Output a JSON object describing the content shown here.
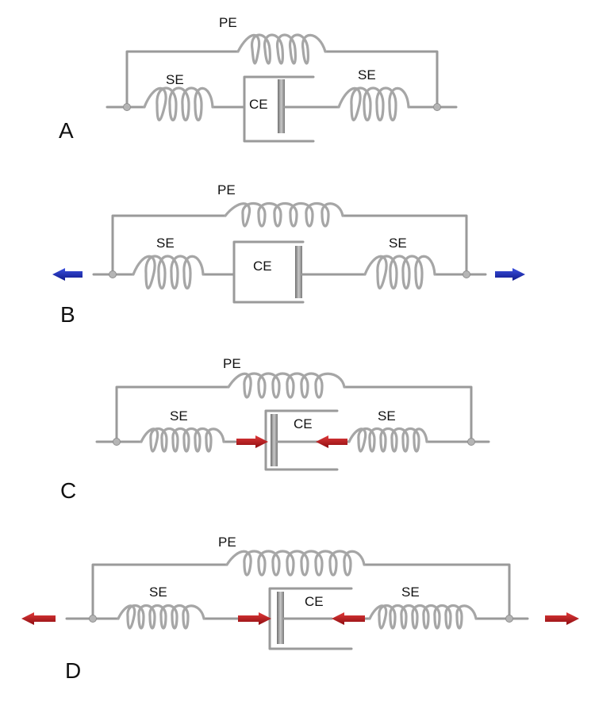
{
  "figure": {
    "element_labels": {
      "pe": "PE",
      "se": "SE",
      "ce": "CE"
    },
    "panels": [
      {
        "label": "A",
        "state": "rest"
      },
      {
        "label": "B",
        "state": "external-stretch"
      },
      {
        "label": "C",
        "state": "internal-contraction"
      },
      {
        "label": "D",
        "state": "stretch-and-contraction"
      }
    ],
    "colors": {
      "wire": "#9a9a9a",
      "spring": "#a6a6a6",
      "blue_arrow": "#1f2fb8",
      "red_arrow": "#c0151b"
    },
    "icons": [
      "arrow-left-icon",
      "arrow-right-icon"
    ]
  }
}
